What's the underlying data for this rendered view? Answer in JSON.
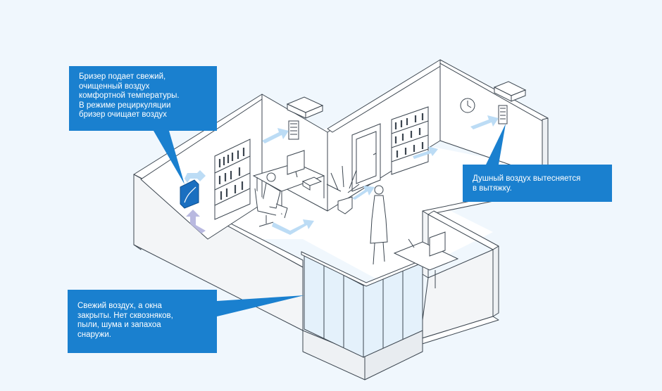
{
  "callouts": {
    "breather": {
      "lines": [
        "Бризер подает свежий,",
        "очищенный воздух",
        "комфортной температуры.",
        "В режиме рециркуляции",
        "бризер очищает воздух"
      ]
    },
    "exhaust": {
      "lines": [
        "Душный воздух вытесняется",
        "в вытяжку."
      ]
    },
    "windows": {
      "lines": [
        "Свежий воздух, а окна",
        "закрыты. Нет сквозняков,",
        "пыли, шума и запахоа",
        "снаружи."
      ]
    }
  },
  "colors": {
    "background": "#f0f7fd",
    "callout": "#1a80cf",
    "wall_stroke": "#3c4650",
    "fresh_air_arrow": "#bcdcf5",
    "intake_arrow": "#b9b9e0",
    "device": "#1a6fc0"
  },
  "icons": [
    "breather-icon",
    "clock-icon",
    "vent-icon",
    "plant-icon",
    "monitor-icon",
    "chair-icon",
    "door-icon",
    "bookshelf-icon",
    "person-icon",
    "window-icon"
  ]
}
